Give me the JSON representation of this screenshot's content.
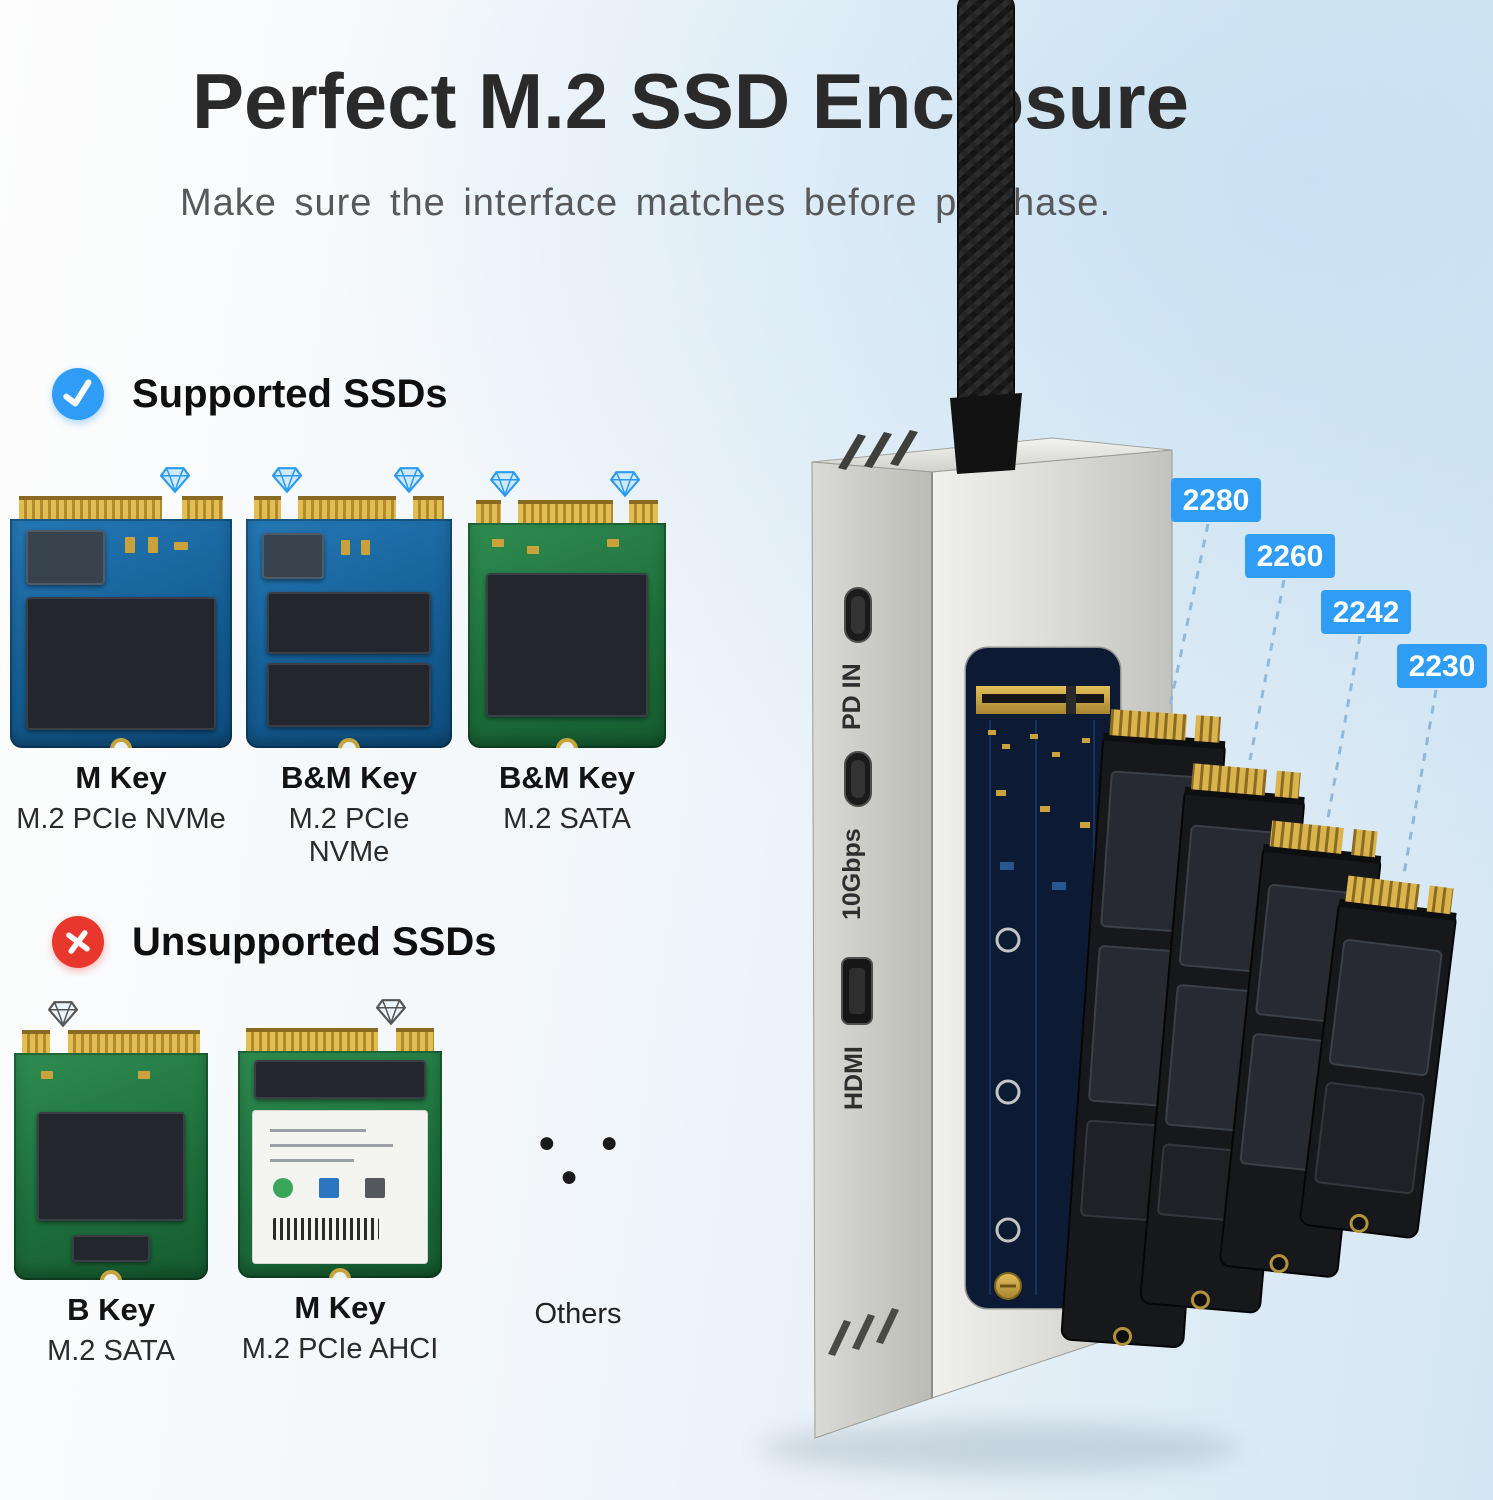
{
  "page": {
    "title": "Perfect M.2 SSD Enclosure",
    "subtitle": "Make sure the interface matches before purchase."
  },
  "supported": {
    "heading": "Supported SSDs",
    "items": [
      {
        "key": "M Key",
        "interface": "M.2 PCIe NVMe"
      },
      {
        "key": "B&M Key",
        "interface": "M.2 PCIe NVMe"
      },
      {
        "key": "B&M Key",
        "interface": "M.2 SATA"
      }
    ]
  },
  "unsupported": {
    "heading": "Unsupported SSDs",
    "items": [
      {
        "key": "B Key",
        "interface": "M.2 SATA"
      },
      {
        "key": "M Key",
        "interface": "M.2 PCIe AHCI"
      }
    ],
    "dots": "● ● ●",
    "others_label": "Others"
  },
  "enclosure": {
    "ports": [
      {
        "label": "PD IN"
      },
      {
        "label": "10Gbps"
      },
      {
        "label": "HDMI"
      }
    ],
    "sizes": [
      "2280",
      "2260",
      "2242",
      "2230"
    ]
  },
  "colors": {
    "accent_blue": "#2f9cf5",
    "error_red": "#e8382e"
  }
}
